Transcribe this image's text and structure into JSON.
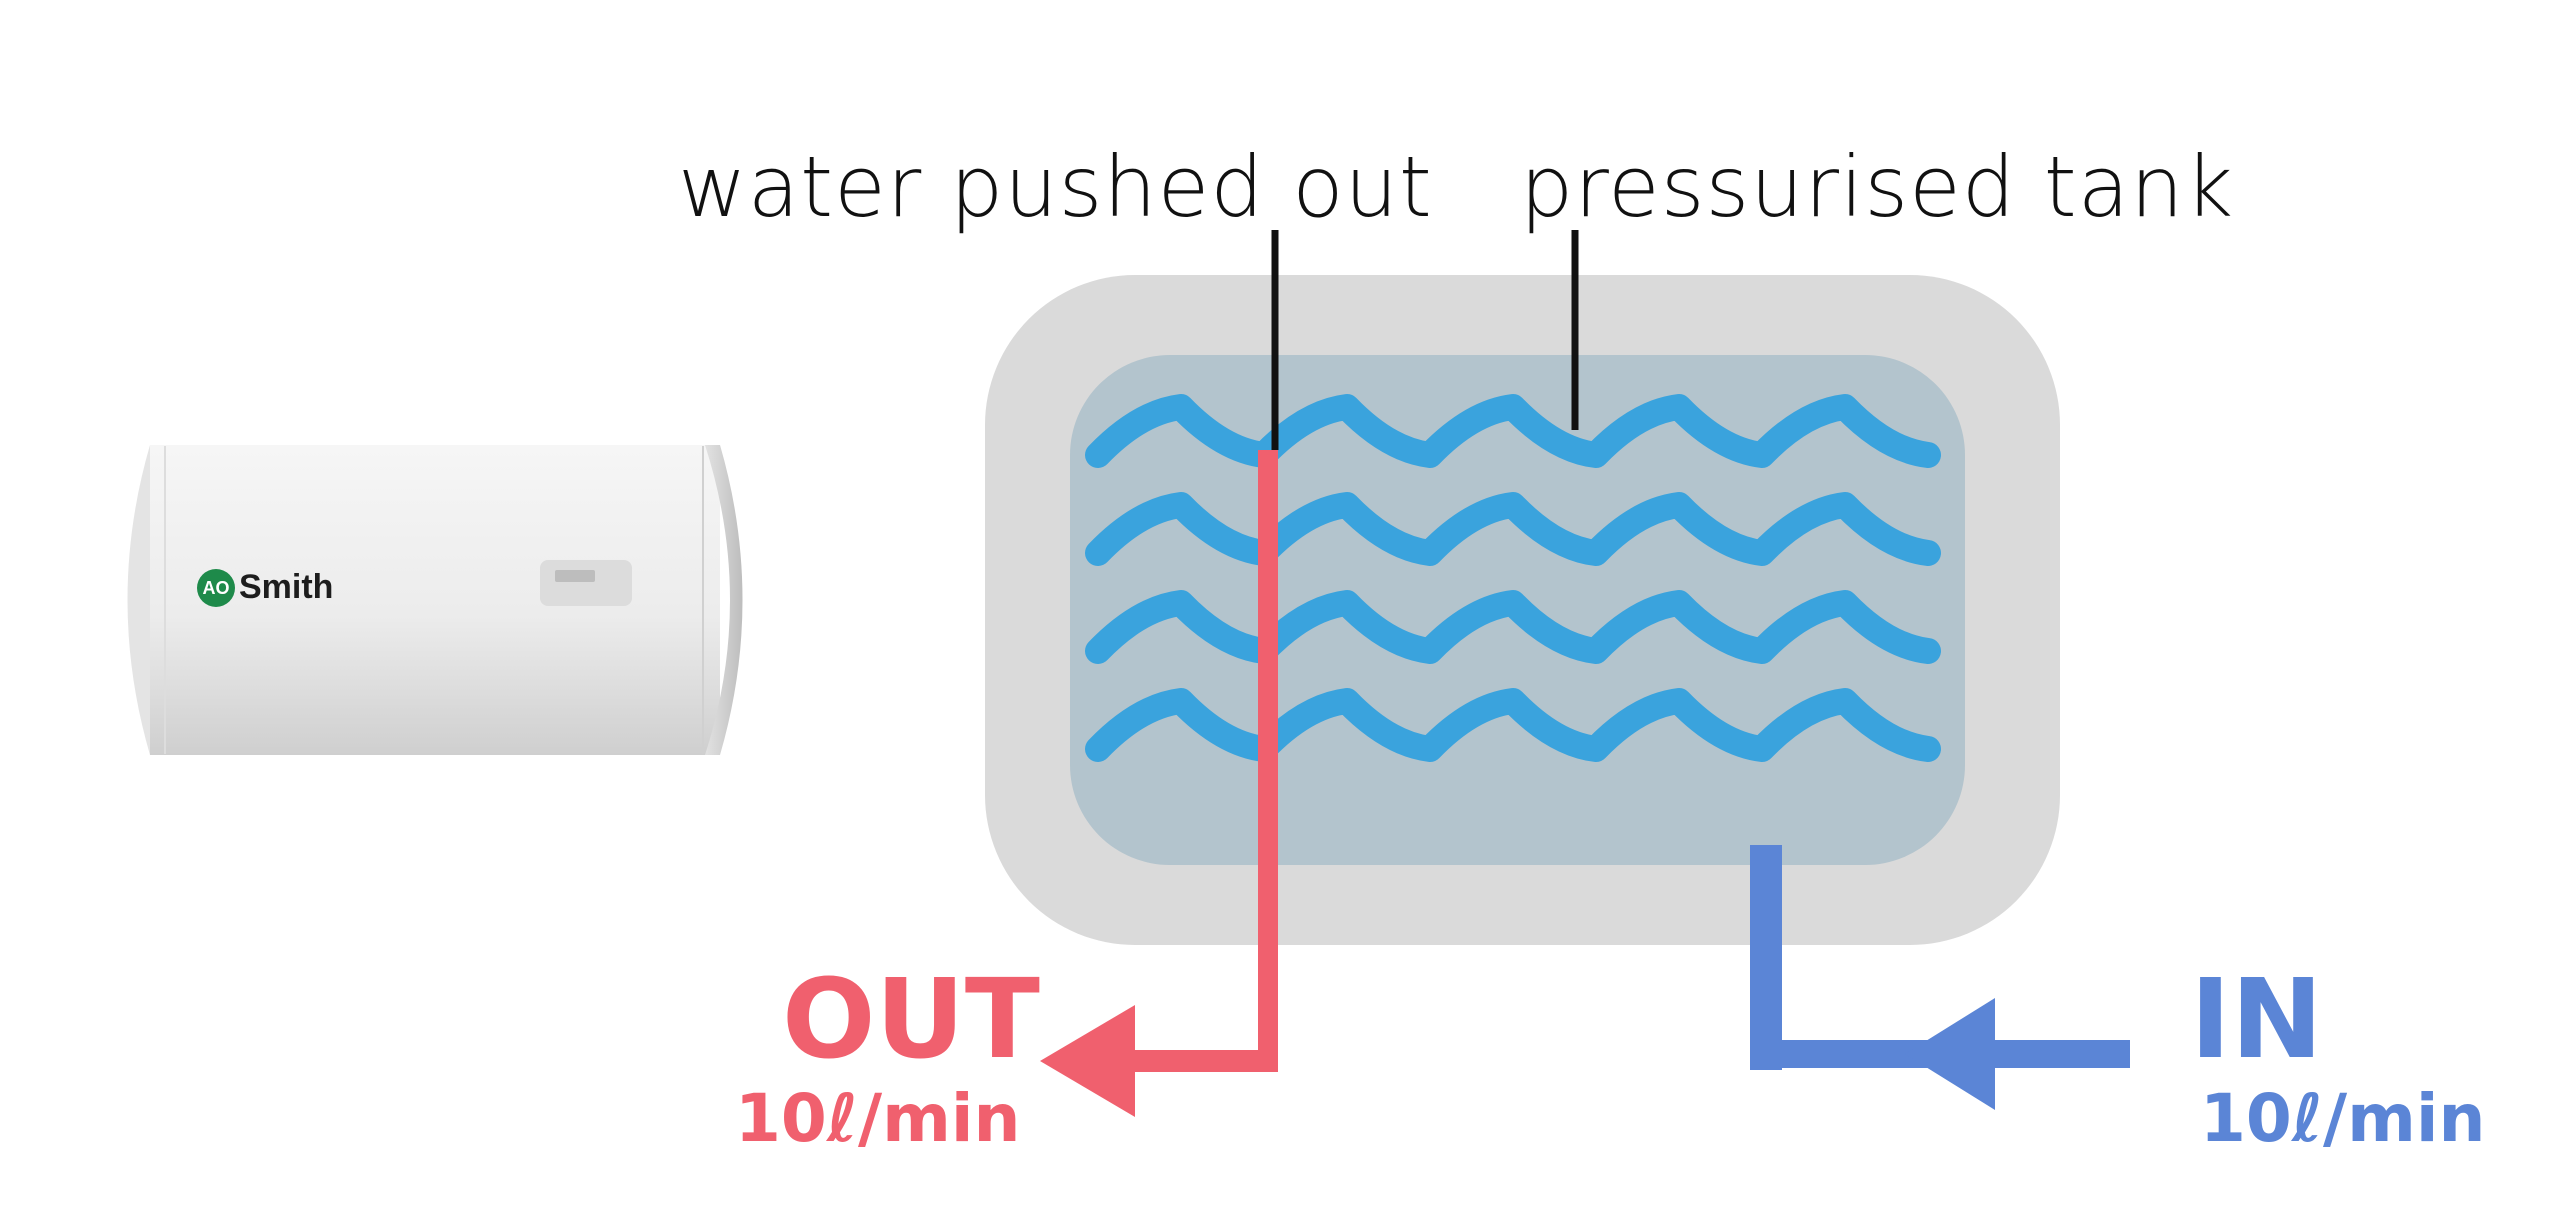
{
  "labels": {
    "water_pushed_out": "water pushed out",
    "pressurised_tank": "pressurised tank"
  },
  "outflow": {
    "title": "OUT",
    "rate": "10ℓ/min",
    "color": "#f0606e"
  },
  "inflow": {
    "title": "IN",
    "rate": "10ℓ/min",
    "color": "#5b85d6"
  },
  "heater": {
    "brand": "A.O.Smith",
    "brand_mark": "AO",
    "brand_name": "Smith",
    "body_color": "#eeeeee"
  },
  "tank": {
    "outer_color": "#dadada",
    "inner_color": "#b3c4cd",
    "wave_color": "#3aa3dd",
    "wave_rows": 4
  }
}
